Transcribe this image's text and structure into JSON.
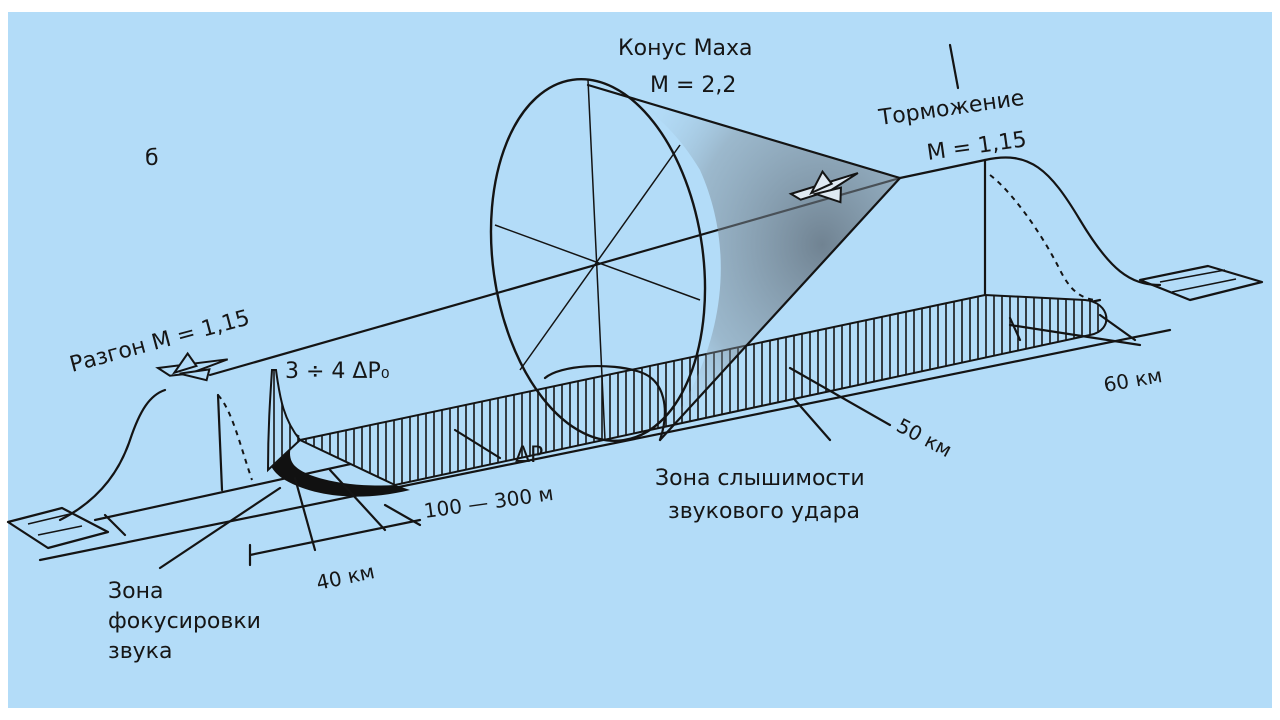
{
  "labels": {
    "panel_letter": "б",
    "mach_cone_title": "Конус Маха",
    "mach_cone_value": "M = 2,2",
    "braking_title": "Торможение",
    "braking_value": "M = 1,15",
    "acceleration": "Разгон  M = 1,15",
    "peak_pressure": "3 ÷ 4 ΔP₀",
    "delta_p": "ΔP",
    "width_range": "100 — 300 м",
    "dist_40": "40 км",
    "dist_50": "50 км",
    "dist_60": "60 км",
    "audibility_zone_line1": "Зона слышимости",
    "audibility_zone_line2": "звукового удара",
    "focus_zone_line1": "Зона",
    "focus_zone_line2": "фокусировки",
    "focus_zone_line3": "звука"
  },
  "colors": {
    "background": "#b3dcf8",
    "ink": "#141414"
  }
}
